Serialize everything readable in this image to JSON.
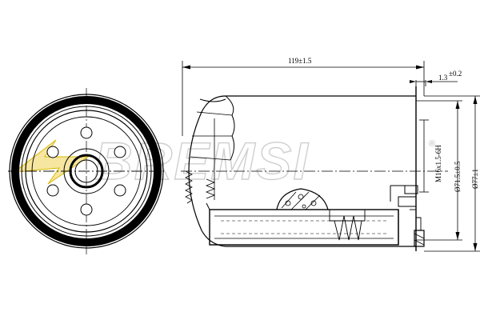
{
  "watermark": {
    "text": "BREMSI",
    "mark": "®"
  },
  "dimensions": {
    "length": "119±1.5",
    "thread_thickness": "1.3",
    "thread_tolerance": "±0.2",
    "thread": "M16x1.5-6H",
    "inner_diameter": "Ø71.5±0.5",
    "outer_diameter": "Ø77±1"
  },
  "colors": {
    "line": "#000000",
    "watermark": "#cfcfcf",
    "accent": "#f2c300"
  },
  "icons": [
    "filter-front-view",
    "filter-side-section"
  ]
}
